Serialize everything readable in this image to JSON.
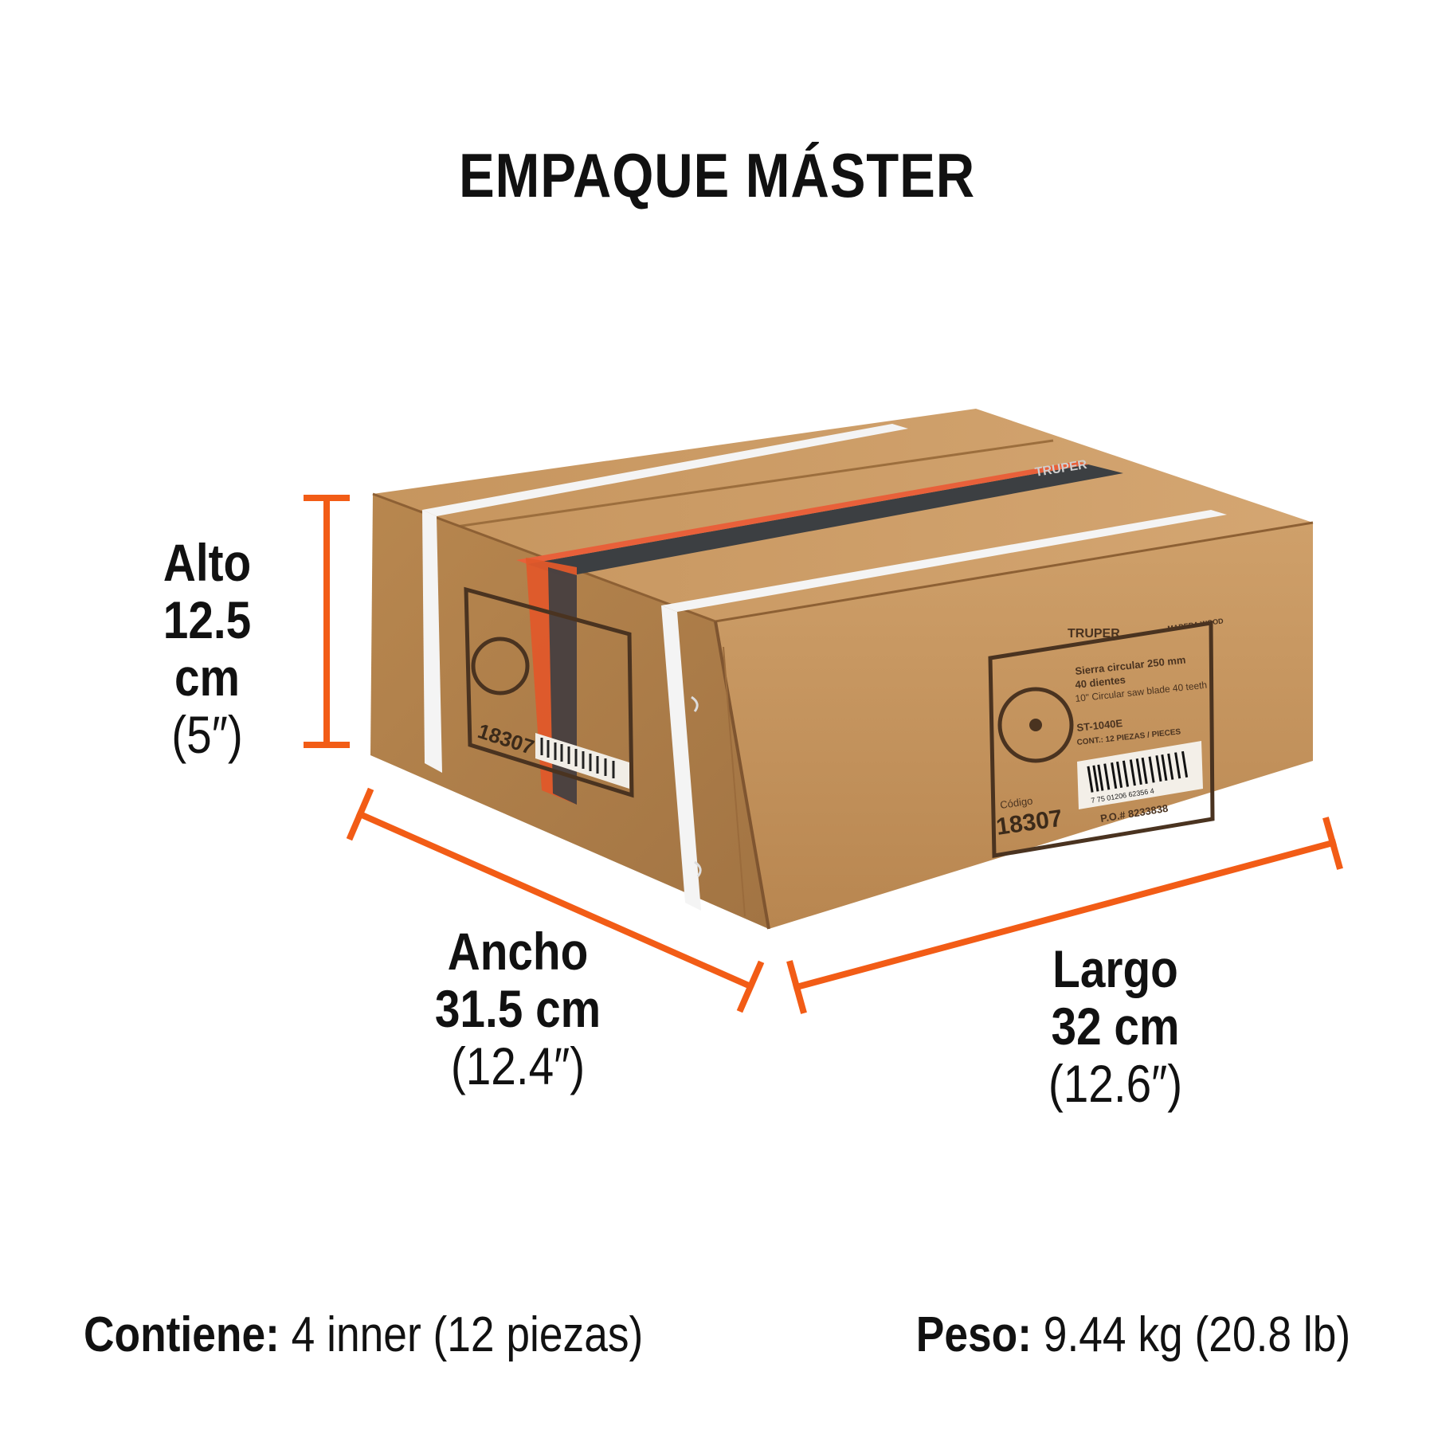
{
  "title": "EMPAQUE MÁSTER",
  "colors": {
    "accent": "#f25c16",
    "cardboard": "#c99a62",
    "text": "#111111"
  },
  "dimensions": {
    "alto": {
      "label": "Alto",
      "metric": "12.5 cm",
      "imperial": "(5″)"
    },
    "ancho": {
      "label": "Ancho",
      "metric": "31.5 cm",
      "imperial": "(12.4″)"
    },
    "largo": {
      "label": "Largo",
      "metric": "32 cm",
      "imperial": "(12.6″)"
    }
  },
  "box": {
    "brand": "TRUPER",
    "code_label": "Código",
    "code": "18307",
    "product_line_1": "Sierra circular 250 mm",
    "product_line_2": "40 dientes",
    "product_line_3": "10\" Circular saw blade 40 teeth",
    "model": "ST-1040E",
    "contents": "CONT.: 12 PIEZAS / PIECES",
    "po": "P.O.#  8233838",
    "barcode_number": "7 75 01206 62356 4",
    "category": "MADERA WOOD",
    "tape_text": "TRUPER"
  },
  "footer": {
    "contains_key": "Contiene:",
    "contains_value": "4 inner (12 piezas)",
    "weight_key": "Peso:",
    "weight_value": "9.44 kg (20.8 lb)"
  }
}
